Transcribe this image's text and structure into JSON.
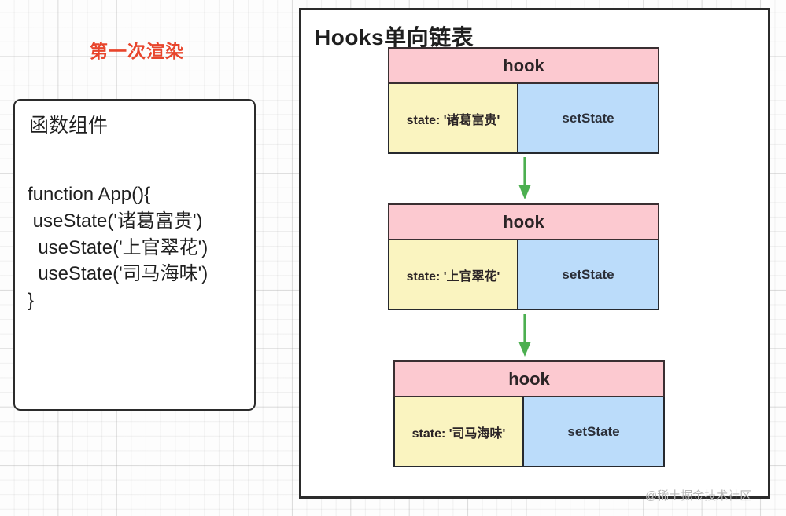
{
  "left": {
    "section_title": "第一次渲染",
    "component_panel": {
      "title": "函数组件",
      "code": "function App(){\n useState('诸葛富贵')\n  useState('上官翠花')\n  useState('司马海味')\n}"
    }
  },
  "right": {
    "panel_title": "Hooks单向链表",
    "hooks": [
      {
        "header": "hook",
        "state": "state: '诸葛富贵'",
        "setter": "setState"
      },
      {
        "header": "hook",
        "state": "state: '上官翠花'",
        "setter": "setState"
      },
      {
        "header": "hook",
        "state": "state: '司马海味'",
        "setter": "setState"
      }
    ],
    "connector_icon": "down-arrow-icon"
  },
  "watermark": "@稀土掘金技术社区",
  "colors": {
    "accent_red": "#e8452c",
    "hook_header_pink": "#fcc9d0",
    "hook_state_yellow": "#faf4c0",
    "hook_setter_blue": "#bbdcfa",
    "arrow_green": "#4caf50",
    "outline_dark": "#2b2b2b"
  }
}
